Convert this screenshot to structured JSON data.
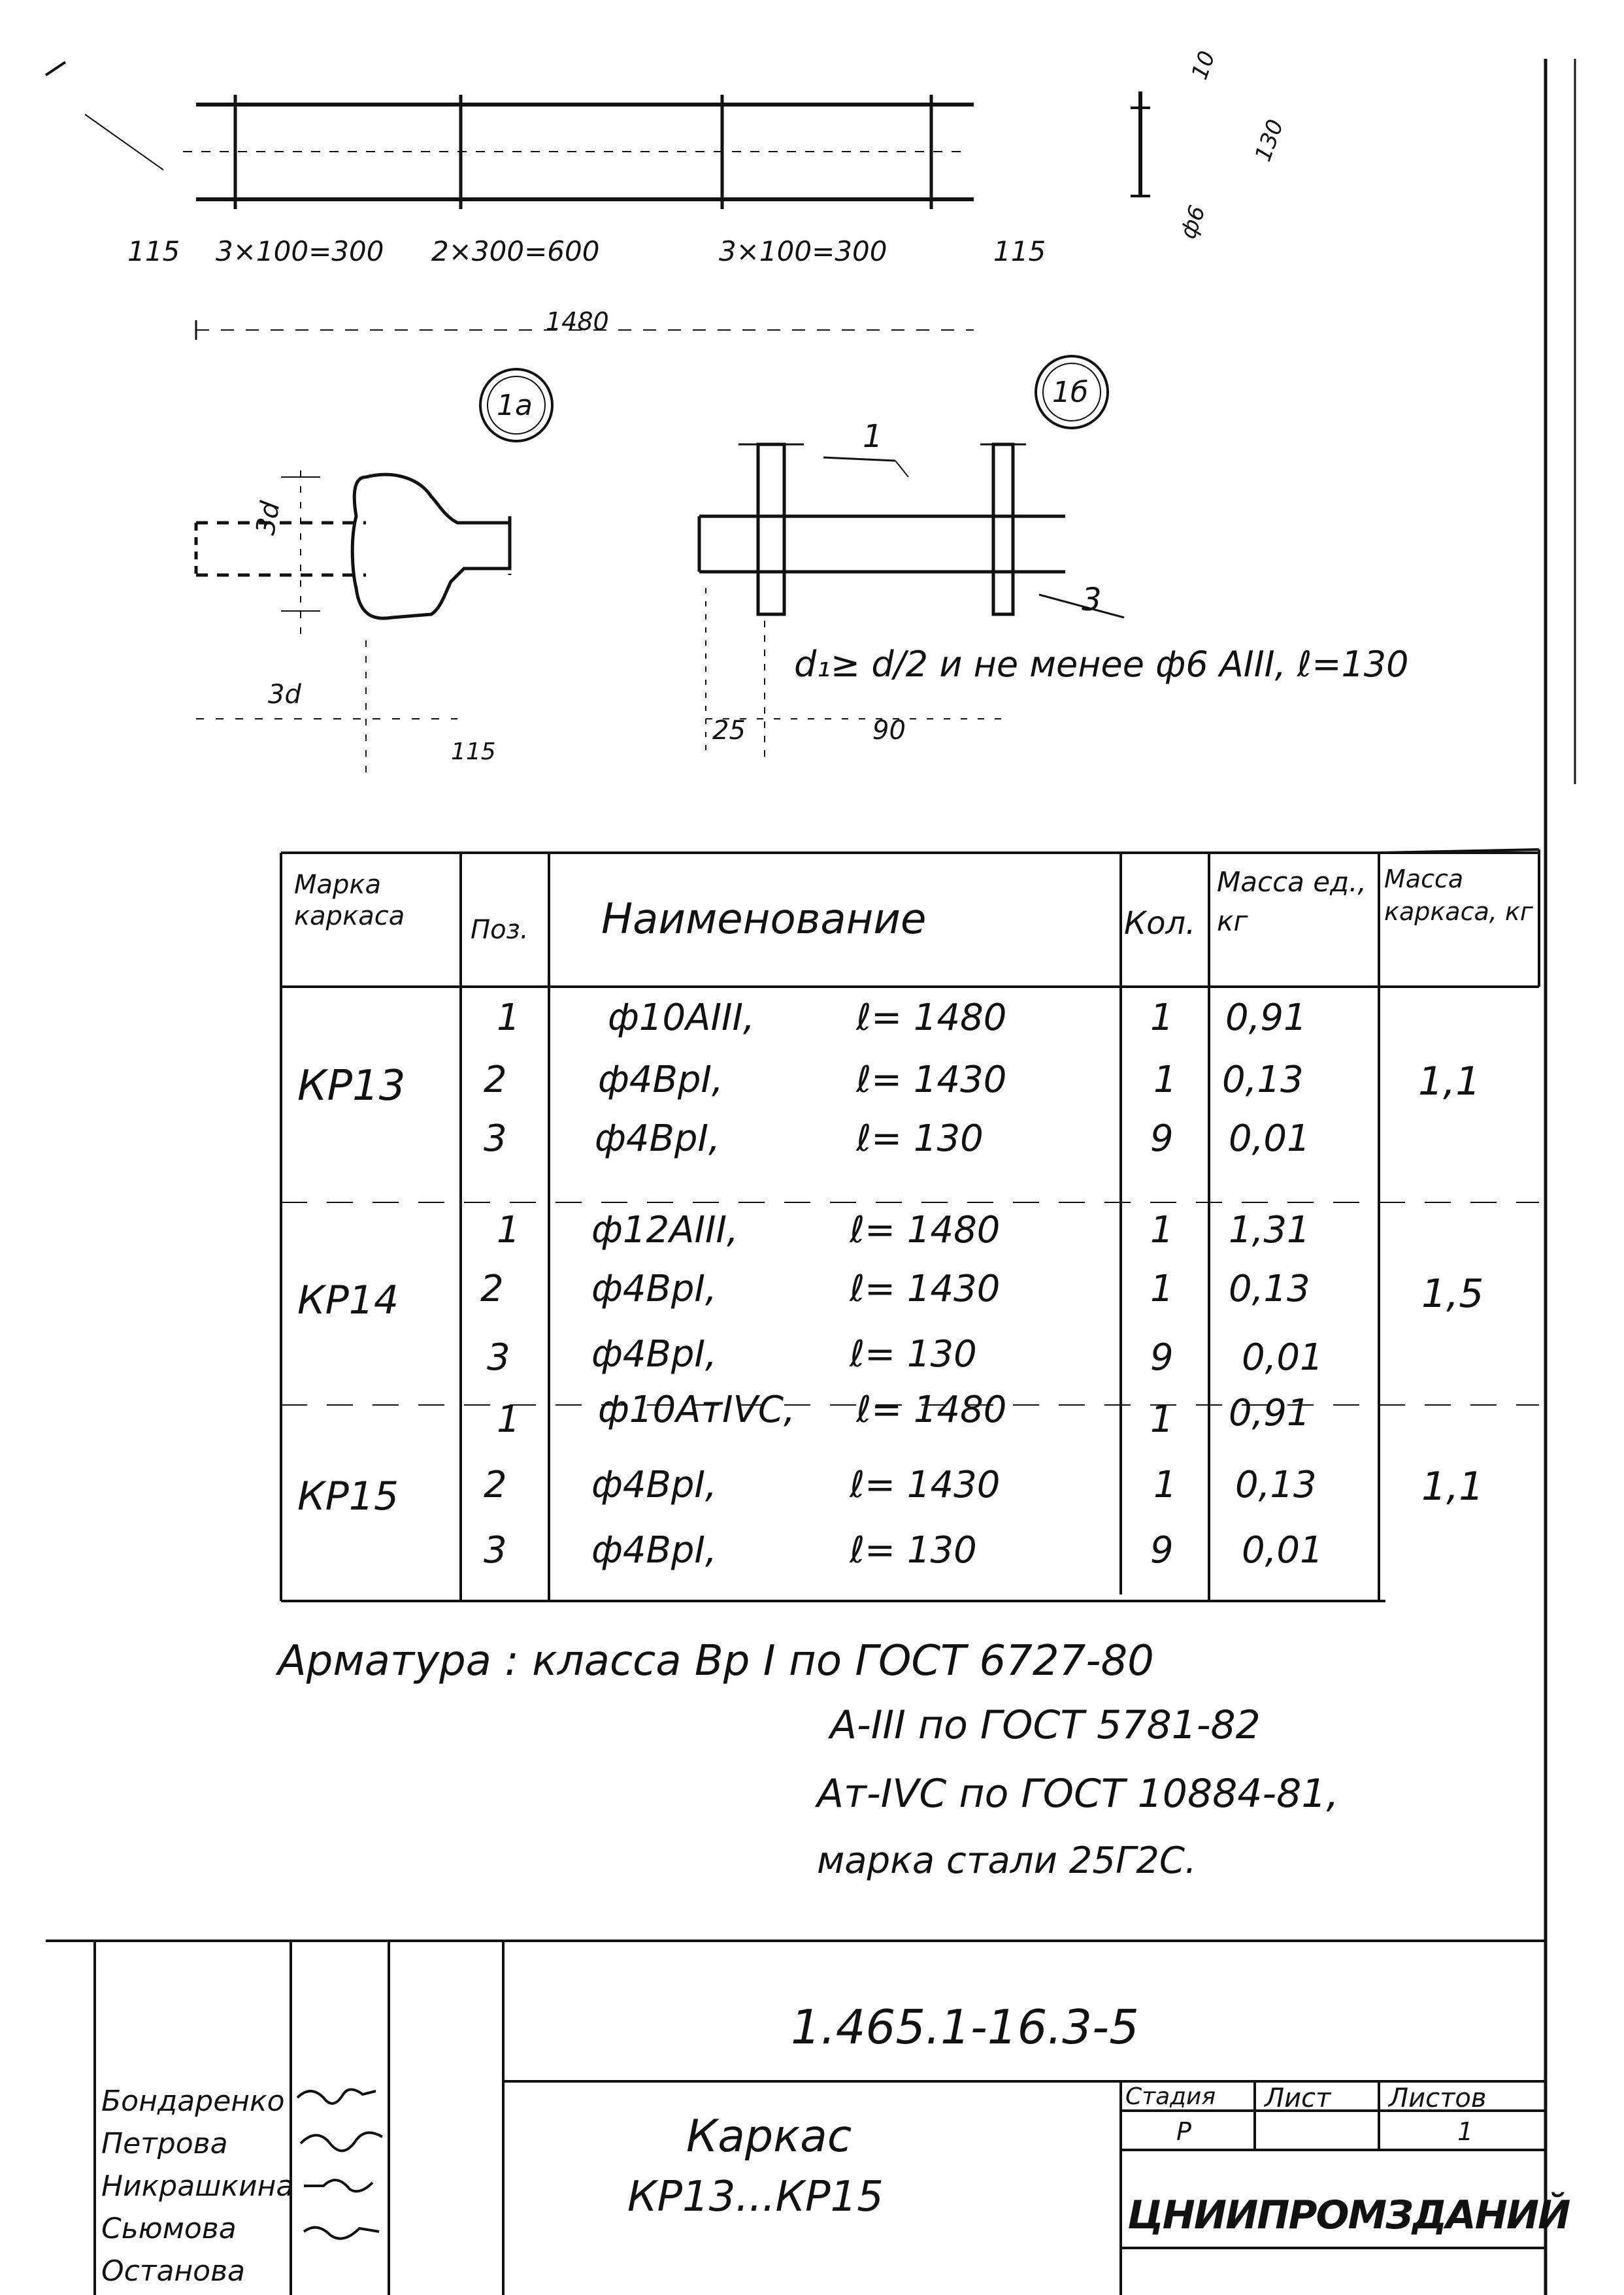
{
  "drawing": {
    "dims_top": {
      "end_left": "115",
      "span1": "3×100=300",
      "span2": "2×300=600",
      "span3": "3×100=300",
      "end_right": "115",
      "total": "1480"
    },
    "side_view_dims": [
      "10",
      "130",
      "ф6"
    ],
    "node_1a": "1а",
    "node_1b": "1б",
    "node_1a_dims": [
      "3d",
      "3d",
      "115"
    ],
    "node_1b_dims": [
      "25",
      "90"
    ],
    "pos_1": "1",
    "pos_3": "3",
    "note": "d₁≥ d/2  и не менее ф6 АIII, ℓ=130"
  },
  "spec_table": {
    "headers": {
      "mark": "Марка каркаса",
      "pos": "Поз.",
      "name": "Наименование",
      "qty": "Кол.",
      "unit_mass": "Масса ед., кг",
      "frame_mass": "Масса каркаса, кг"
    },
    "groups": [
      {
        "mark": "КР13",
        "mass": "1,1",
        "rows": [
          {
            "pos": "1",
            "bar": "ф10АIII,",
            "len": "ℓ= 1480",
            "qty": "1",
            "unit_mass": "0,91"
          },
          {
            "pos": "2",
            "bar": "ф4ВрI,",
            "len": "ℓ= 1430",
            "qty": "1",
            "unit_mass": "0,13"
          },
          {
            "pos": "3",
            "bar": "ф4ВрI,",
            "len": "ℓ= 130",
            "qty": "9",
            "unit_mass": "0,01"
          }
        ]
      },
      {
        "mark": "КР14",
        "mass": "1,5",
        "rows": [
          {
            "pos": "1",
            "bar": "ф12АIII,",
            "len": "ℓ= 1480",
            "qty": "1",
            "unit_mass": "1,31"
          },
          {
            "pos": "2",
            "bar": "ф4ВрI,",
            "len": "ℓ= 1430",
            "qty": "1",
            "unit_mass": "0,13"
          },
          {
            "pos": "3",
            "bar": "ф4ВрI,",
            "len": "ℓ= 130",
            "qty": "9",
            "unit_mass": "0,01"
          }
        ]
      },
      {
        "mark": "КР15",
        "mass": "1,1",
        "rows": [
          {
            "pos": "1",
            "bar": "ф10АтIVС,",
            "len": "ℓ= 1480",
            "qty": "1",
            "unit_mass": "0,91"
          },
          {
            "pos": "2",
            "bar": "ф4ВрI,",
            "len": "ℓ= 1430",
            "qty": "1",
            "unit_mass": "0,13"
          },
          {
            "pos": "3",
            "bar": "ф4ВрI,",
            "len": "ℓ= 130",
            "qty": "9",
            "unit_mass": "0,01"
          }
        ]
      }
    ]
  },
  "notes": {
    "line1": "Арматура : класса  Вр I по ГОСТ 6727-80",
    "line2": "А-III по ГОСТ 5781-82",
    "line3": "Ат-IVС по ГОСТ 10884-81,",
    "line4": "марка стали 25Г2С."
  },
  "title_block": {
    "doc_code": "1.465.1-16.3-5",
    "title_line1": "Каркас",
    "title_line2": "КР13...КР15",
    "stage_label": "Стадия",
    "sheet_label": "Лист",
    "sheets_label": "Листов",
    "stage_value": "Р",
    "sheets_value": "1",
    "org": "ЦНИИПРОМЗДАНИЙ",
    "names": [
      "Бондаренко",
      "Петрова",
      "Никрашкина",
      "Сьюмова",
      "Останова"
    ]
  }
}
